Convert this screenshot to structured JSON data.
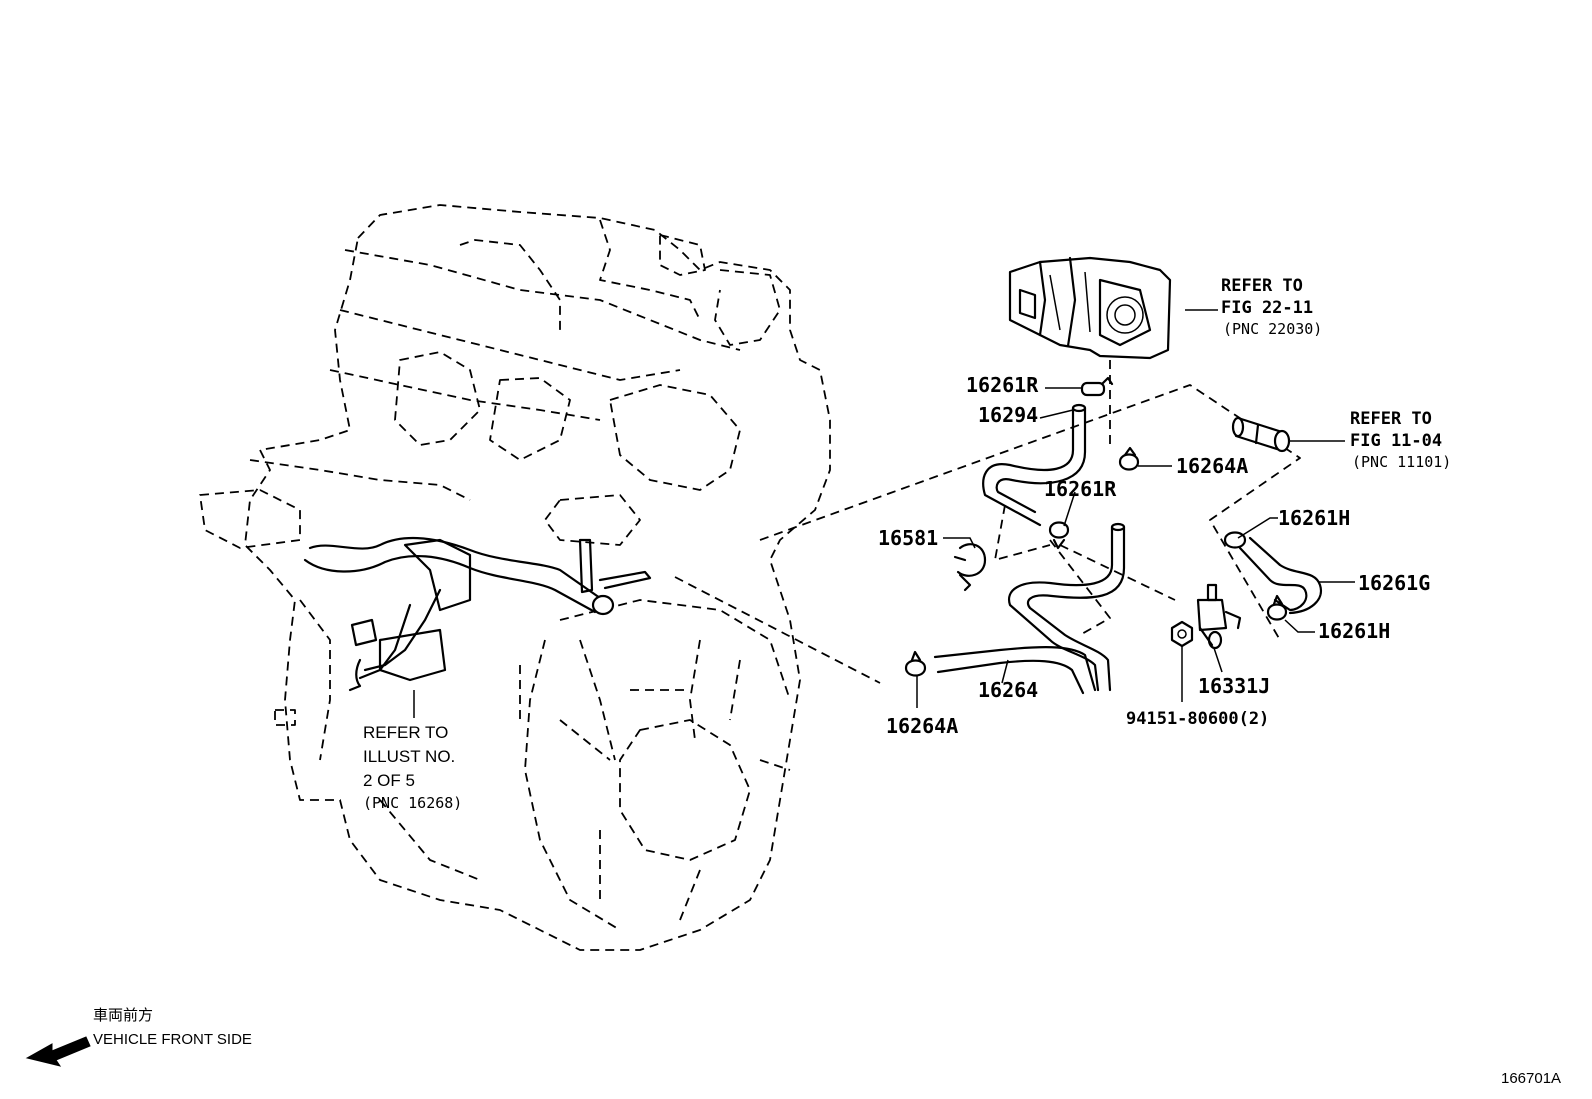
{
  "labels": {
    "throttle_ref_line1": "REFER TO",
    "throttle_ref_line2": "FIG 22-11",
    "throttle_ref_pnc": "(PNC 22030)",
    "water_ref_line1": "REFER TO",
    "water_ref_line2": "FIG 11-04",
    "water_ref_pnc": "(PNC 11101)",
    "p16261R_top": "16261R",
    "p16294": "16294",
    "p16264A_top": "16264A",
    "p16261R_mid": "16261R",
    "p16581": "16581",
    "p16261H_top": "16261H",
    "p16261G": "16261G",
    "p16261H_bot": "16261H",
    "p16264": "16264",
    "p16331J": "16331J",
    "p16264A_bot": "16264A",
    "p94151": "94151-80600(2)",
    "illust_ref_line1": "REFER TO",
    "illust_ref_line2": "ILLUST NO.",
    "illust_ref_line3": "2 OF 5",
    "illust_ref_pnc": "(PNC 16268)",
    "front_jp": "車両前方",
    "front_en": "VEHICLE FRONT SIDE",
    "figure_id": "166701A"
  }
}
